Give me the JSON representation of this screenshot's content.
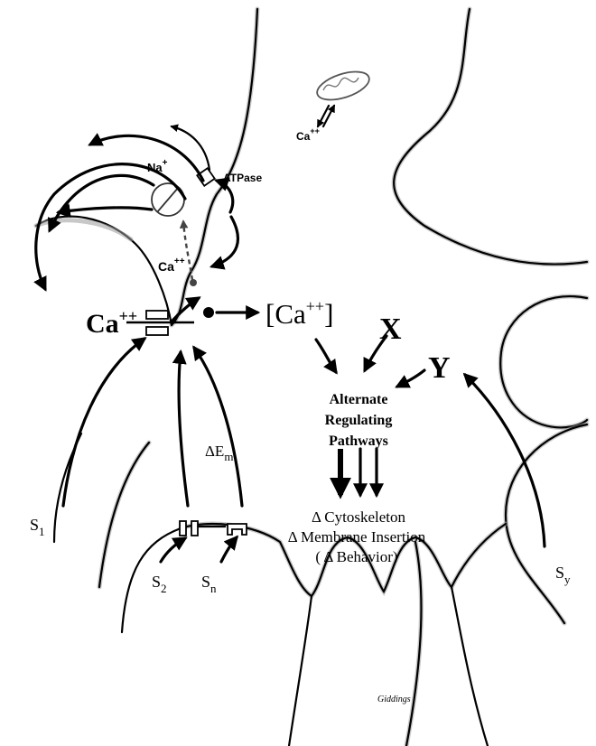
{
  "labels": {
    "ca_external": "Ca",
    "ca_external_sup": "++",
    "ca_internal_bracket_open": "[Ca",
    "ca_internal_sup": "++",
    "ca_internal_bracket_close": "]",
    "na": "Na",
    "na_sup": "+",
    "atpase": "ATPase",
    "ca_pump": "Ca",
    "ca_pump_sup": "++",
    "ca_mito": "Ca",
    "ca_mito_sup": "++",
    "x": "X",
    "y": "Y",
    "delta_em": "ΔE",
    "delta_em_sub": "m",
    "pathways_line1": "Alternate",
    "pathways_line2": "Regulating",
    "pathways_line3": "Pathways",
    "effect_line1": "Δ Cytoskeleton",
    "effect_line2": "Δ  Membrane Insertion",
    "effect_line3": "( Δ Behavior)",
    "s1": "S",
    "s1_sub": "1",
    "s2": "S",
    "s2_sub": "2",
    "sn": "S",
    "sn_sub": "n",
    "sy": "S",
    "sy_sub": "y",
    "signature": "Giddings"
  },
  "colors": {
    "ink": "#000000",
    "shade": "#9a9a9a",
    "background": "#ffffff"
  }
}
